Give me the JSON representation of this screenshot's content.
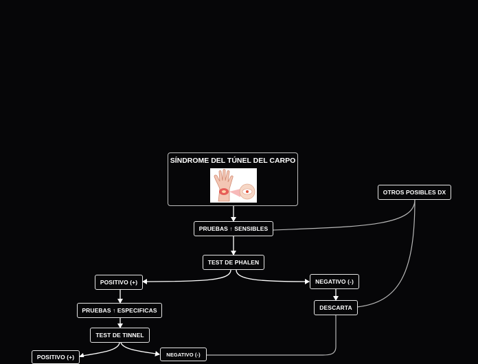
{
  "colors": {
    "background": "#060608",
    "line": "#b8b8b8",
    "arrow": "#ffffff",
    "border": "#e6e6e6"
  },
  "map": {
    "root": {
      "title": "SÍNDROME DEL TÚNEL DEL CARPO",
      "image_icon": "wrist-pain-icon"
    },
    "nodes": {
      "pruebas_sensibles": "PRUEBAS ↑ SENSIBLES",
      "test_phalen": "TEST DE PHALEN",
      "positivo_1": "POSITIVO (+)",
      "negativo_1": "NEGATIVO (-)",
      "descarta": "DESCARTA",
      "otros_dx": "OTROS POSIBLES DX",
      "pruebas_especificas": "PRUEBAS ↑ ESPECIFICAS",
      "test_tinnel": "TEST DE TINNEL",
      "positivo_2": "POSITIVO (+)",
      "negativo_2": "NEGATIVO (-)"
    }
  }
}
